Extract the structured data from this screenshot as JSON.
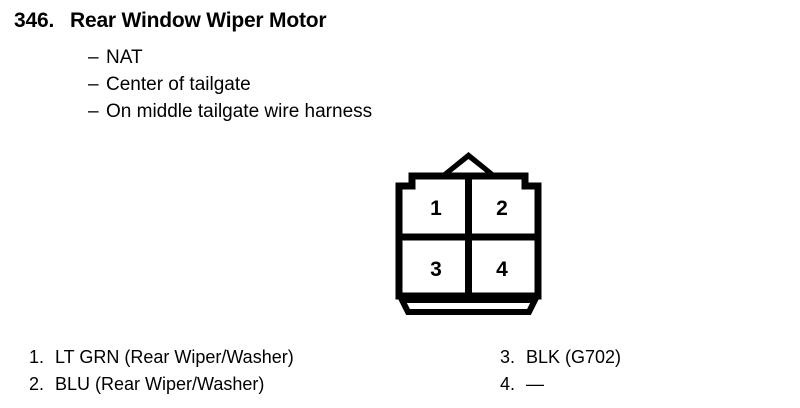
{
  "heading": {
    "number": "346.",
    "title": "Rear Window Wiper Motor"
  },
  "details": {
    "dash": "–",
    "items": [
      {
        "text": "NAT"
      },
      {
        "text": "Center of tailgate"
      },
      {
        "text": "On middle tailgate wire harness"
      }
    ]
  },
  "connector": {
    "type": "4-pin-connector-face-view",
    "keying_tab": "chevron-top",
    "pins": [
      {
        "number": "1",
        "position": "top-left"
      },
      {
        "number": "2",
        "position": "top-right"
      },
      {
        "number": "3",
        "position": "bottom-left"
      },
      {
        "number": "4",
        "position": "bottom-right"
      }
    ],
    "line_color": "#000000",
    "fill_color": "#ffffff"
  },
  "legend": {
    "left_column": [
      {
        "index": "1.",
        "text": "LT GRN (Rear Wiper/Washer)"
      },
      {
        "index": "2.",
        "text": "BLU (Rear Wiper/Washer)"
      }
    ],
    "right_column": [
      {
        "index": "3.",
        "text": "BLK (G702)"
      },
      {
        "index": "4.",
        "text": "—"
      }
    ]
  }
}
